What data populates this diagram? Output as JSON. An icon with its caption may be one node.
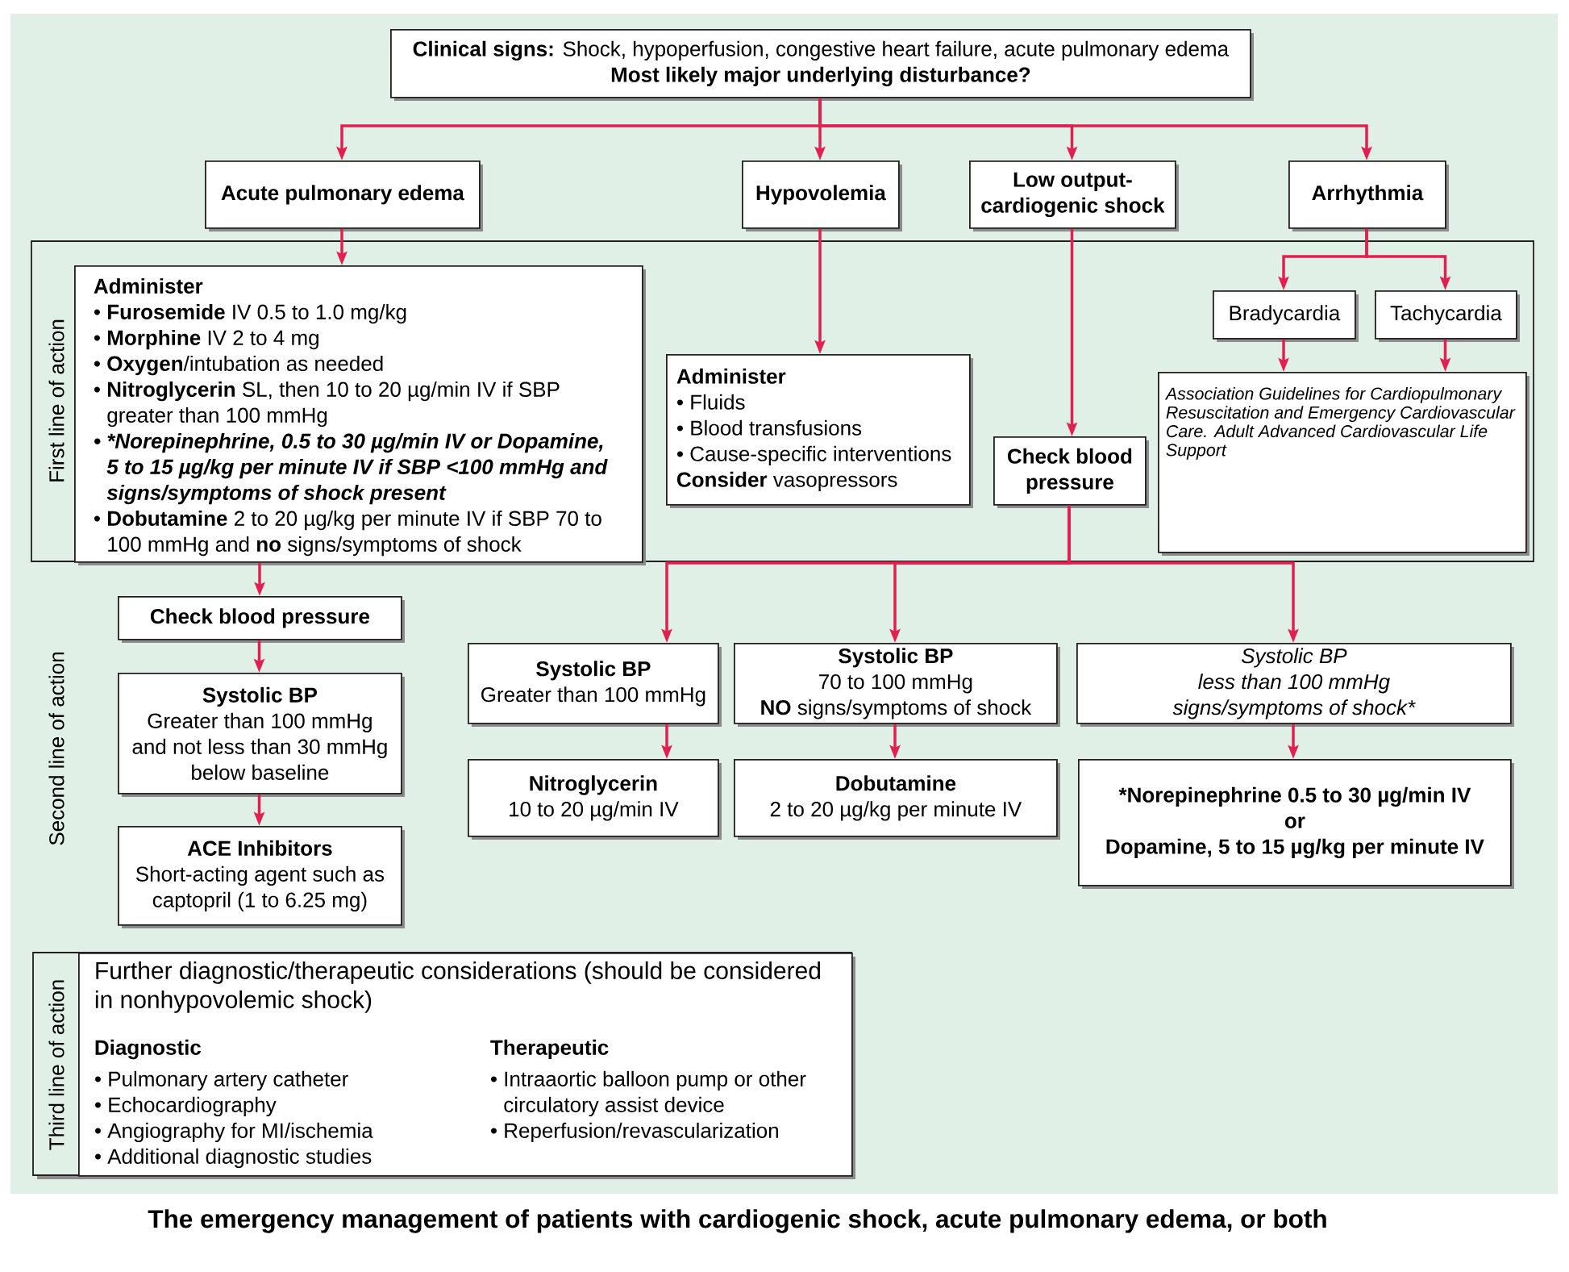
{
  "diagram": {
    "caption": "The emergency management of patients with cardiogenic shock, acute pulmonary edema, or both",
    "nodes": [
      {
        "text": [
          "**Clinical signs:** Shock, hypoperfusion, congestive heart failure, acute pulmonary edema",
          "Most likely major underlying disturbance?"
        ]
      },
      {
        "text": [
          "Acute pulmonary edema"
        ]
      },
      {
        "text": [
          "Hypovolemia"
        ]
      },
      {
        "text": [
          "Low output-cardiogenic shock"
        ]
      },
      {
        "text": [
          "Arrhythmia"
        ]
      },
      {
        "text": [
          "First line of action"
        ]
      },
      {
        "text": [
          "Administer",
          "• **Furosemide** IV 0.5 to 1.0 mg/kg",
          "• **Morphine** IV 2 to 4 mg",
          "• **Oxygen**/intubation as needed",
          "• **Nitroglycerin** SL, then 10 to 20 µg/min IV if SBP greater than 100 mmHg",
          "• *Norepinephrine, 0.5 to 30 µg/min IV or Dopamine, 5 to 15 µg/kg per minute IV if SBP <100 mmHg and signs/symptoms of shock present",
          "• **Dobutamine** 2 to 20 µg/kg per minute IV if SBP 70 to 100 mmHg and **no** signs/symptoms of shock"
        ],
        "in": 5
      },
      {
        "text": [
          "Bradycardia"
        ],
        "in": 5
      },
      {
        "text": [
          "Tachycardia"
        ],
        "in": 5
      },
      {
        "text": [
          "Administer",
          "• Fluids",
          "• Blood transfusions",
          "• Cause-specific interventions",
          "**Consider** vasopressors"
        ],
        "in": 5
      },
      {
        "text": [
          "Check blood pressure"
        ],
        "in": 5
      },
      {
        "text": [
          "Association Guidelines for Cardiopulmonary Resuscitation and Emergency Cardiovascular Care. Adult Advanced Cardiovascular Life Support"
        ],
        "in": 5
      },
      {
        "text": [
          "Check blood pressure"
        ]
      },
      {
        "text": [
          "Systolic BP",
          "Greater than 100 mmHg and not less than 30 mmHg below baseline"
        ]
      },
      {
        "text": [
          "ACE Inhibitors",
          "Short-acting agent such as captopril (1 to 6.25 mg)"
        ]
      },
      {
        "text": [
          "Systolic BP",
          "Greater than 100 mmHg"
        ]
      },
      {
        "text": [
          "Systolic BP",
          "70 to 100 mmHg",
          "**NO** signs/symptoms of shock"
        ]
      },
      {
        "text": [
          "Systolic BP",
          "less than 100 mmHg",
          "signs/symptoms of shock*"
        ]
      },
      {
        "text": [
          "Nitroglycerin",
          "10 to 20 µg/min IV"
        ]
      },
      {
        "text": [
          "Dobutamine",
          "2 to 20 µg/kg per minute IV"
        ]
      },
      {
        "text": [
          "*Norepinephrine 0.5 to 30 µg/min IV",
          "or",
          "Dopamine, 5 to 15 µg/kg per minute IV"
        ]
      },
      {
        "text": [
          "Third line of action"
        ]
      },
      {
        "text": [
          "Further diagnostic/therapeutic considerations (should be considered in nonhypovolemic shock)",
          "Diagnostic",
          "• Pulmonary artery catheter",
          "• Echocardiography",
          "• Angiography for MI/ischemia",
          "• Additional diagnostic studies",
          "Therapeutic",
          "• Intraaortic balloon pump or other circulatory assist device",
          "• Reperfusion/revascularization"
        ],
        "in": 21
      }
    ],
    "edges": [
      {
        "from": 0,
        "to": 1,
        "arrow": "to"
      },
      {
        "from": 0,
        "to": 2,
        "arrow": "to"
      },
      {
        "from": 0,
        "to": 3,
        "arrow": "to"
      },
      {
        "from": 0,
        "to": 4,
        "arrow": "to"
      },
      {
        "from": 1,
        "to": 6,
        "arrow": "to"
      },
      {
        "from": 2,
        "to": 9,
        "arrow": "to"
      },
      {
        "from": 3,
        "to": 10,
        "arrow": "to"
      },
      {
        "from": 4,
        "to": 7,
        "arrow": "to"
      },
      {
        "from": 4,
        "to": 8,
        "arrow": "to"
      },
      {
        "from": 7,
        "to": 11,
        "arrow": "to"
      },
      {
        "from": 8,
        "to": 11,
        "arrow": "to"
      },
      {
        "from": 6,
        "to": 12,
        "arrow": "to"
      },
      {
        "from": 12,
        "to": 13,
        "arrow": "to"
      },
      {
        "from": 13,
        "to": 14,
        "arrow": "to"
      },
      {
        "from": 10,
        "to": 15,
        "arrow": "to"
      },
      {
        "from": 10,
        "to": 16,
        "arrow": "to"
      },
      {
        "from": 10,
        "to": 17,
        "arrow": "to"
      },
      {
        "from": 15,
        "to": 18,
        "arrow": "to"
      },
      {
        "from": 16,
        "to": 19,
        "arrow": "to"
      },
      {
        "from": 17,
        "to": 20,
        "arrow": "to"
      }
    ],
    "labels": [
      "Second line of action"
    ]
  }
}
